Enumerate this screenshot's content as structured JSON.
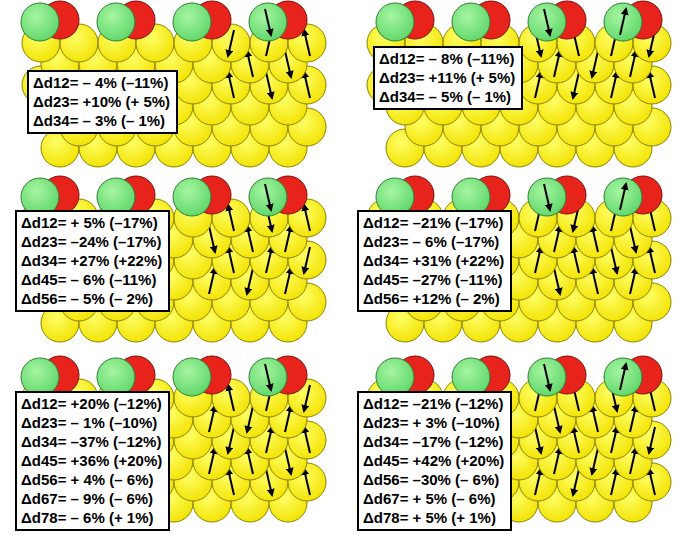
{
  "diagram": {
    "nodes": [
      {
        "text": [
          "Δd12= – 4% (–11%)",
          "Δd23= +10% (+ 5%)",
          "Δd34= – 3% (– 1%)"
        ]
      },
      {
        "text": [
          "Δd12= – 8% (–11%)",
          "Δd23= +11% (+ 5%)",
          "Δd34= – 5% (– 1%)"
        ]
      },
      {
        "text": [
          "Δd12= + 5% (–17%)",
          "Δd23= –24% (–17%)",
          "Δd34= +27% (+22%)",
          "Δd45= – 6% (–11%)",
          "Δd56= – 5% (– 2%)"
        ]
      },
      {
        "text": [
          "Δd12= –21% (–17%)",
          "Δd23= – 6% (–17%)",
          "Δd34= +31% (+22%)",
          "Δd45= –27% (–11%)",
          "Δd56= +12% (– 2%)"
        ]
      },
      {
        "text": [
          "Δd12= +20% (–12%)",
          "Δd23= – 1% (–10%)",
          "Δd34= –37% (–12%)",
          "Δd45= +36% (+20%)",
          "Δd56= + 4% (– 6%)",
          "Δd67= – 9% (– 6%)",
          "Δd78= – 6% (+ 1%)"
        ]
      },
      {
        "text": [
          "Δd12= –21% (–12%)",
          "Δd23= + 3% (–10%)",
          "Δd34= –17% (–12%)",
          "Δd45= +42% (+20%)",
          "Δd56= –30% (– 6%)",
          "Δd67= + 5% (– 6%)",
          "Δd78= + 5% (+ 1%)"
        ]
      }
    ]
  }
}
